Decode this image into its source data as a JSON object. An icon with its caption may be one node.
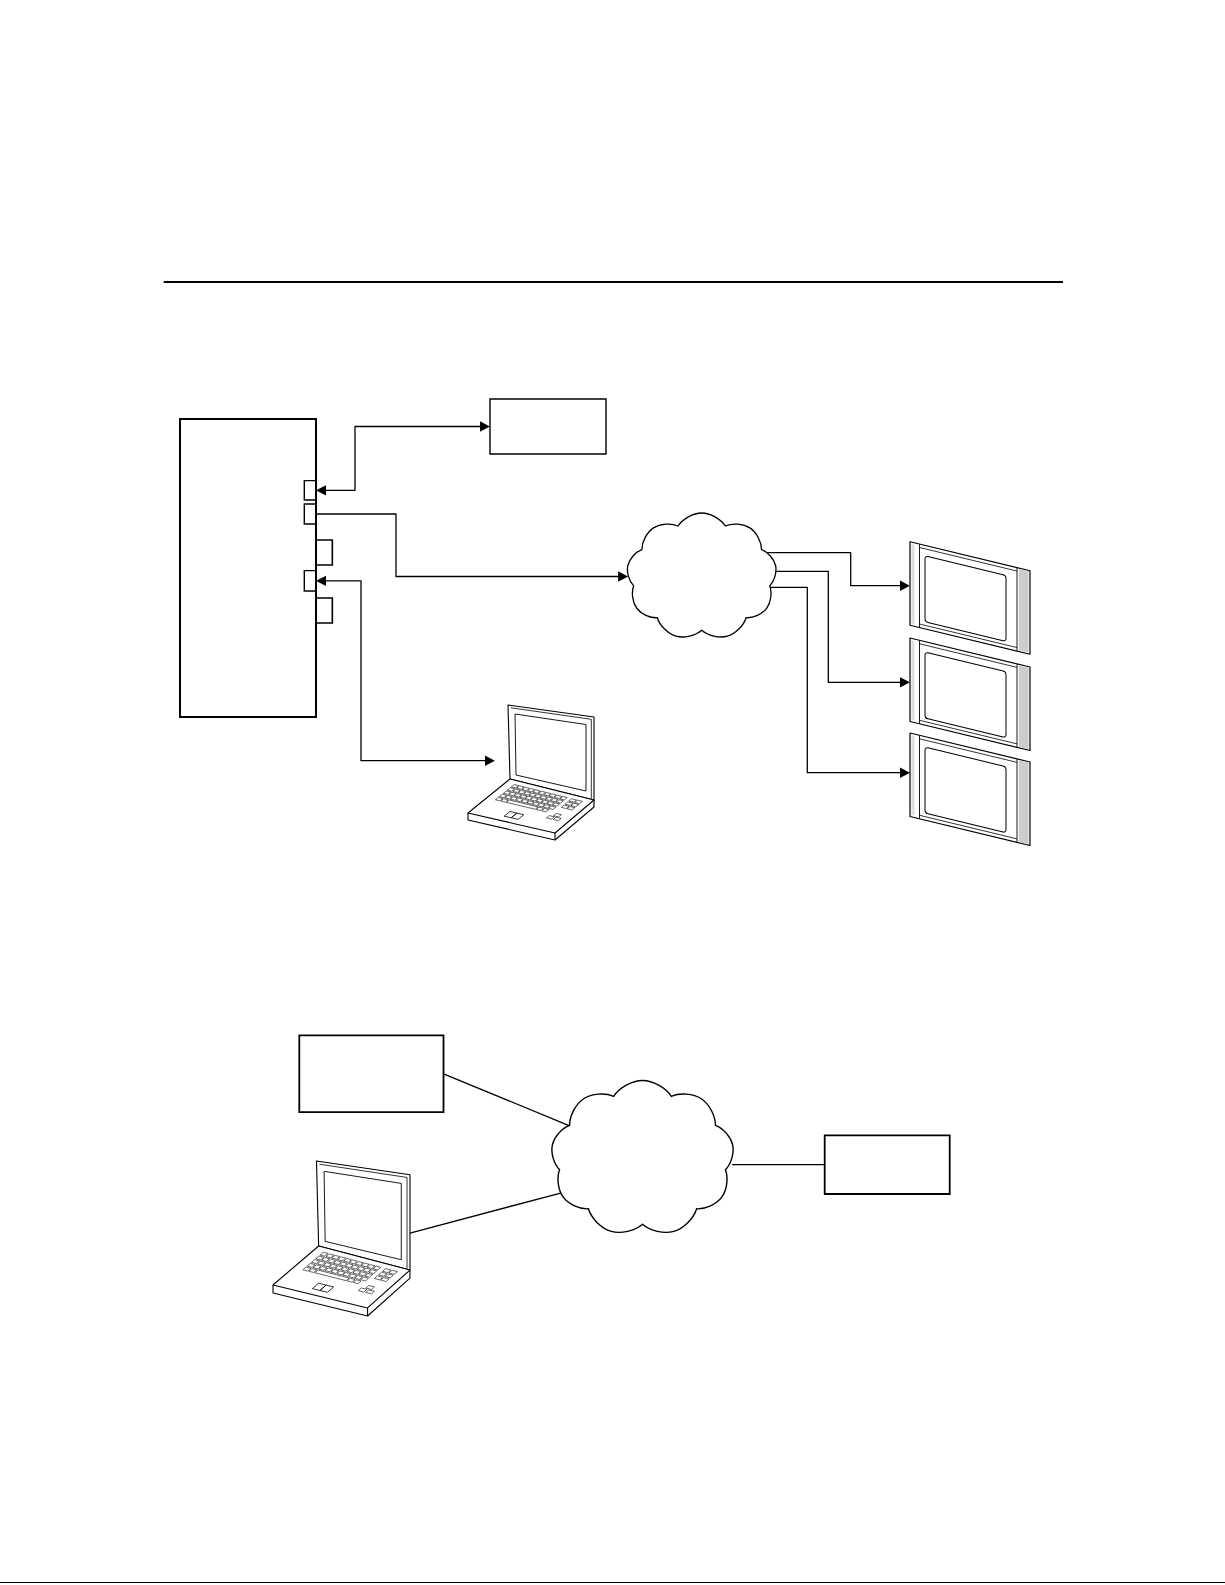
{
  "diagram": {
    "nodes": [
      {
        "text": [],
        "shape": "box"
      },
      {
        "text": [],
        "shape": "box",
        "in": 0
      },
      {
        "text": [],
        "shape": "box",
        "in": 0
      },
      {
        "text": [],
        "shape": "box"
      },
      {
        "text": [],
        "shape": "box",
        "in": 0
      },
      {
        "text": [],
        "shape": "box"
      },
      {
        "text": [],
        "shape": "box"
      },
      {
        "text": [],
        "shape": "cloud"
      },
      {
        "text": [],
        "shape": "display"
      },
      {
        "text": [],
        "shape": "display"
      },
      {
        "text": [],
        "shape": "display"
      },
      {
        "text": [],
        "shape": "laptop"
      },
      {
        "text": [],
        "shape": "box"
      },
      {
        "text": [],
        "shape": "laptop"
      },
      {
        "text": [],
        "shape": "cloud"
      },
      {
        "text": [],
        "shape": "box"
      }
    ],
    "edges": [
      {
        "from": 1,
        "to": 6,
        "arrow": "both"
      },
      {
        "from": 2,
        "to": 7,
        "arrow": "to"
      },
      {
        "from": 4,
        "to": 11,
        "arrow": "both"
      },
      {
        "from": 7,
        "to": 8,
        "arrow": "to"
      },
      {
        "from": 7,
        "to": 9,
        "arrow": "to"
      },
      {
        "from": 7,
        "to": 10,
        "arrow": "to"
      },
      {
        "from": 12,
        "to": 14,
        "arrow": "none"
      },
      {
        "from": 13,
        "to": 14,
        "arrow": "none"
      },
      {
        "from": 14,
        "to": 15,
        "arrow": "none"
      }
    ]
  }
}
